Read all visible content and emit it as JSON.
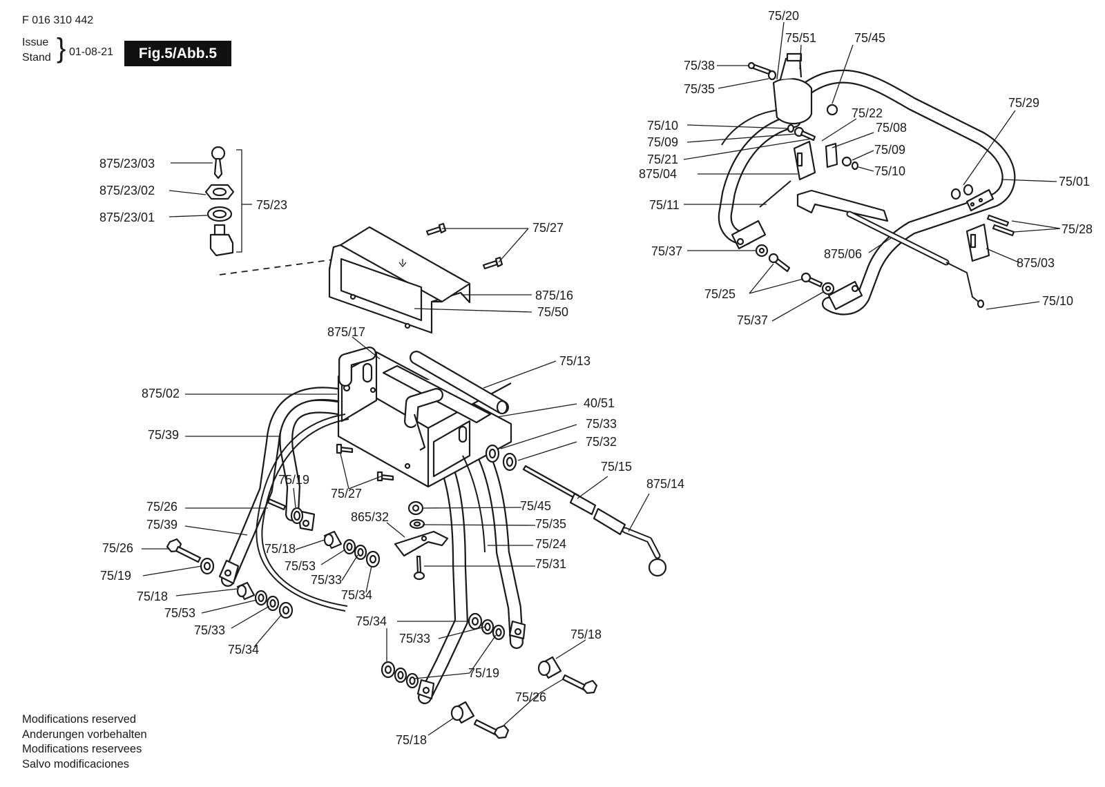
{
  "header": {
    "doc_number": "F 016 310 442",
    "issue_label": "Issue",
    "stand_label": "Stand",
    "issue_date": "01-08-21",
    "figure_label": "Fig.5/Abb.5"
  },
  "footer_notes": [
    "Modifications reserved",
    "Anderungen vorbehalten",
    "Modifications reservees",
    "Salvo modificaciones"
  ],
  "callouts": {
    "c_875_23_03": "875/23/03",
    "c_875_23_02": "875/23/02",
    "c_875_23_01": "875/23/01",
    "c_75_23": "75/23",
    "c_75_27_top": "75/27",
    "c_875_16": "875/16",
    "c_75_50": "75/50",
    "c_875_17": "875/17",
    "c_75_13": "75/13",
    "c_875_02": "875/02",
    "c_40_51": "40/51",
    "c_75_33_a": "75/33",
    "c_75_32": "75/32",
    "c_75_39_a": "75/39",
    "c_75_15": "75/15",
    "c_875_14": "875/14",
    "c_75_19_a": "75/19",
    "c_75_27_mid": "75/27",
    "c_75_45_mid": "75/45",
    "c_75_26_a": "75/26",
    "c_865_32": "865/32",
    "c_75_35_mid": "75/35",
    "c_75_39_b": "75/39",
    "c_75_24": "75/24",
    "c_75_26_b": "75/26",
    "c_75_18_a": "75/18",
    "c_75_31": "75/31",
    "c_75_53_a": "75/53",
    "c_75_19_b": "75/19",
    "c_75_33_b": "75/33",
    "c_75_34_a": "75/34",
    "c_75_18_b": "75/18",
    "c_75_53_b": "75/53",
    "c_75_33_c": "75/33",
    "c_75_34_b": "75/34",
    "c_75_34_c": "75/34",
    "c_75_33_d": "75/33",
    "c_75_18_c": "75/18",
    "c_75_19_c": "75/19",
    "c_75_26_c": "75/26",
    "c_75_18_d": "75/18",
    "c_75_20": "75/20",
    "c_75_51": "75/51",
    "c_75_45_top": "75/45",
    "c_75_38": "75/38",
    "c_75_35_top": "75/35",
    "c_75_22": "75/22",
    "c_75_29": "75/29",
    "c_75_10_a": "75/10",
    "c_75_08": "75/08",
    "c_75_09_a": "75/09",
    "c_75_09_b": "75/09",
    "c_75_21": "75/21",
    "c_75_10_b": "75/10",
    "c_875_04": "875/04",
    "c_75_01": "75/01",
    "c_75_11": "75/11",
    "c_75_28": "75/28",
    "c_75_37_a": "75/37",
    "c_875_06": "875/06",
    "c_875_03": "875/03",
    "c_75_25": "75/25",
    "c_75_10_c": "75/10",
    "c_75_37_b": "75/37"
  }
}
